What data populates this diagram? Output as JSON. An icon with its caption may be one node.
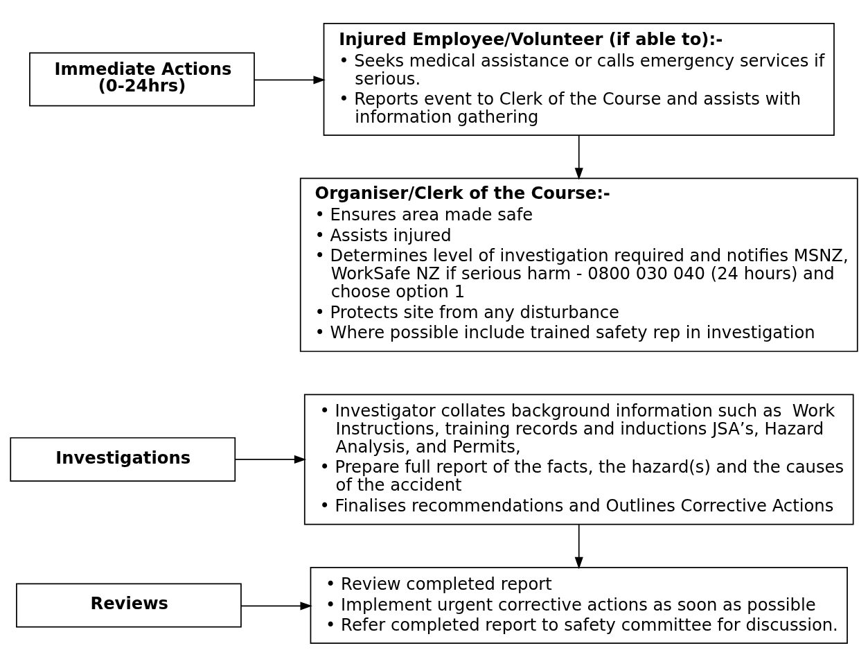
{
  "diagram": {
    "nodes": [
      {
        "text": [
          "Immediate Actions (0-24hrs)"
        ]
      },
      {
        "text": [
          "Injured Employee/Volunteer (if able to):-",
          "• Seeks medical assistance or calls emergency services if serious.",
          "• Reports event to Clerk of the Course and assists with information gathering"
        ]
      },
      {
        "text": [
          "Organiser/Clerk of the Course:-",
          "• Ensures area made safe",
          "• Assists injured",
          "• Determines level of investigation required and notifies MSNZ, WorkSafe NZ if serious harm - 0800 030 040 (24 hours) and choose option 1",
          "• Protects site from any disturbance",
          "• Where possible include trained safety rep in investigation"
        ]
      },
      {
        "text": [
          "Investigations"
        ]
      },
      {
        "text": [
          "• Investigator collates background information such as  Work Instructions, training records and inductions JSA’s, Hazard Analysis, and Permits,",
          "• Prepare full report of the facts, the hazard(s) and the causes of the accident",
          "• Finalises recommendations and Outlines Corrective Actions"
        ]
      },
      {
        "text": [
          "Reviews"
        ]
      },
      {
        "text": [
          "• Review completed report",
          "• Implement urgent corrective actions as soon as possible",
          "• Refer completed report to safety committee for discussion."
        ]
      }
    ],
    "edges": [
      {
        "from": 0,
        "to": 1,
        "arrow": "to"
      },
      {
        "from": 1,
        "to": 2,
        "arrow": "to"
      },
      {
        "from": 3,
        "to": 4,
        "arrow": "to"
      },
      {
        "from": 4,
        "to": 6,
        "arrow": "to"
      },
      {
        "from": 5,
        "to": 6,
        "arrow": "to"
      }
    ]
  }
}
